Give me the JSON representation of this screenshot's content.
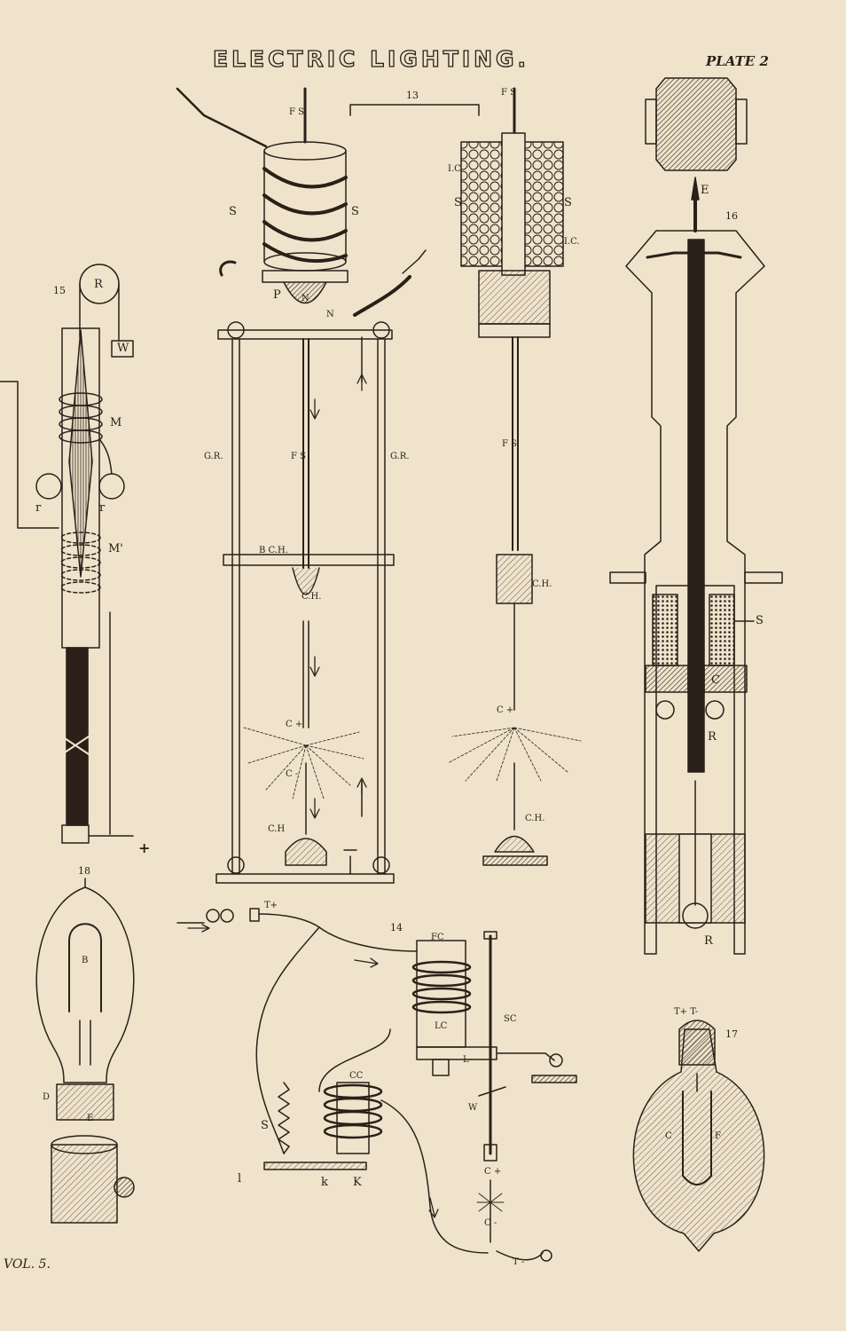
{
  "title": "ELECTRIC LIGHTING.",
  "plate": "PLATE 2",
  "volume": "VOL. 5.",
  "figures": {
    "fig13": "13",
    "fig14": "14",
    "fig15": "15",
    "fig16": "16",
    "fig17": "17",
    "fig18": "18"
  },
  "labels": {
    "fs_top": "F S",
    "fs_top_right": "F S",
    "s_left": "S",
    "s_right": "S",
    "s2_left": "S",
    "s2_right": "S",
    "lc_a": "I.C",
    "lc_b": "I.C.",
    "p": "P",
    "n": "N",
    "n2": "N",
    "gr_left": "G.R.",
    "fs_mid": "F S",
    "gr_right": "G.R.",
    "fs_right_mid": "F S",
    "bch": "B C.H.",
    "ch_1": "C.H.",
    "ch_2": "C.H.",
    "c_plus_1": "C +",
    "c_minus_1": "C -",
    "ch_3": "C.H",
    "c_plus_2": "C +",
    "ch_4": "C.H.",
    "r_15": "R",
    "w_15": "W",
    "m_15": "M",
    "m1_15": "M'",
    "r_a": "r",
    "r_b": "r",
    "plus_15": "+",
    "e_16": "E",
    "s_16": "S",
    "c_16": "C",
    "r_16a": "R",
    "r_16b": "R",
    "tplus_14": "T+",
    "fc_14": "FC",
    "lc_14": "LC",
    "sc_14": "SC",
    "l_14": "L",
    "cc_14": "CC",
    "w_14": "W",
    "s_14": "S",
    "l2_14": "l",
    "k_14": "k",
    "k2_14": "K",
    "c_plus_14": "C +",
    "c_minus_14": "C -",
    "t_14": "T -",
    "b_18": "B",
    "d_18": "D",
    "e_18": "E",
    "tt_17": "T+ T-",
    "c_17": "C",
    "f_17": "F"
  },
  "colors": {
    "paper": "#efe3cc",
    "ink": "#2a2018",
    "shade": "#8c7e6a"
  }
}
